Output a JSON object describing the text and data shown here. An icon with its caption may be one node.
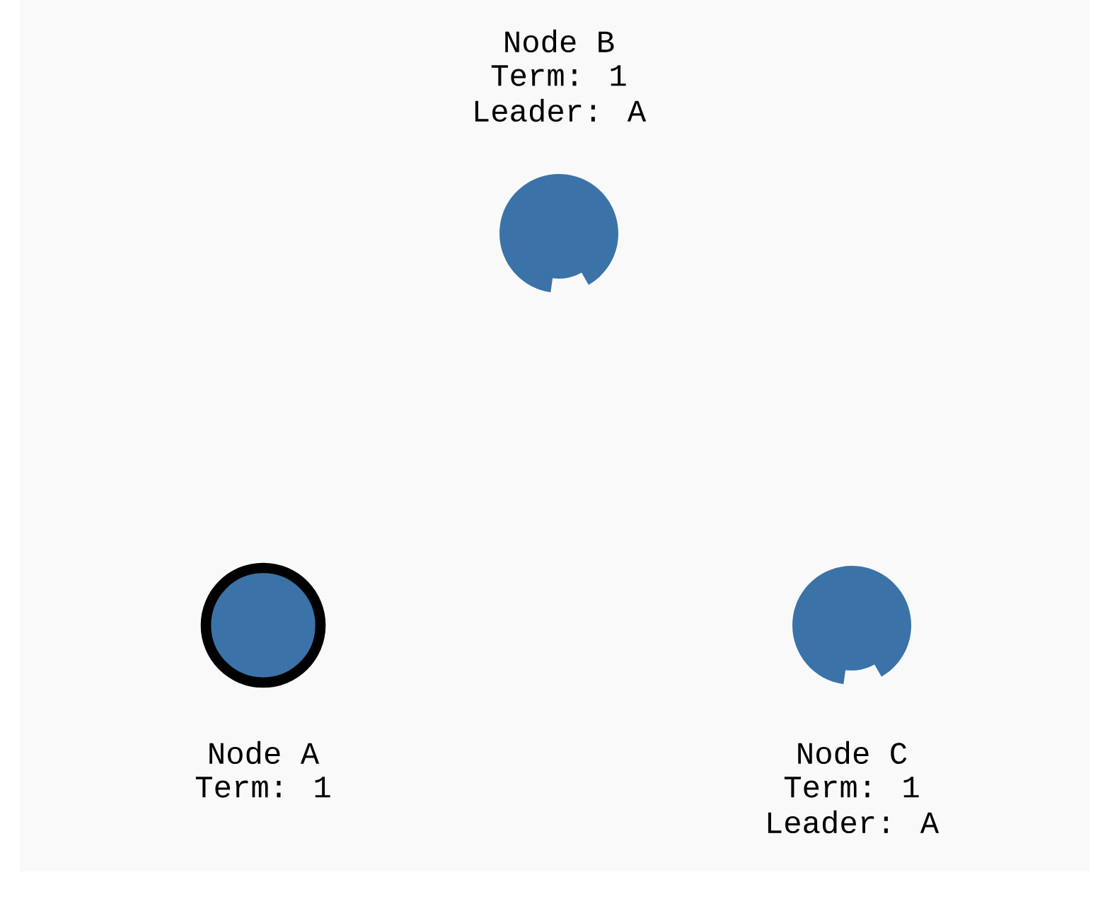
{
  "diagram": {
    "nodes": [
      {
        "text": [
          "Node B",
          "Term: 1",
          "Leader: A"
        ]
      },
      {
        "text": [
          "Node A",
          "Term: 1"
        ]
      },
      {
        "text": [
          "Node C",
          "Term: 1",
          "Leader: A"
        ]
      }
    ]
  }
}
